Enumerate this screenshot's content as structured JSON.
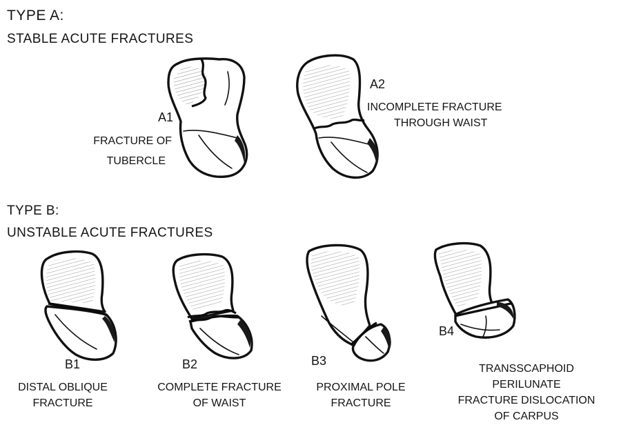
{
  "type_a": {
    "heading": "TYPE A:",
    "subheading": "STABLE ACUTE FRACTURES",
    "items": [
      {
        "code": "A1",
        "caption_lines": [
          "FRACTURE OF",
          "TUBERCLE"
        ]
      },
      {
        "code": "A2",
        "caption_lines": [
          "INCOMPLETE FRACTURE",
          "THROUGH WAIST"
        ]
      }
    ]
  },
  "type_b": {
    "heading": "TYPE B:",
    "subheading": "UNSTABLE ACUTE FRACTURES",
    "items": [
      {
        "code": "B1",
        "caption_lines": [
          "DISTAL OBLIQUE",
          "FRACTURE"
        ]
      },
      {
        "code": "B2",
        "caption_lines": [
          "COMPLETE FRACTURE",
          "OF WAIST"
        ]
      },
      {
        "code": "B3",
        "caption_lines": [
          "PROXIMAL POLE",
          "FRACTURE"
        ]
      },
      {
        "code": "B4",
        "caption_lines": [
          "TRANSSCAPHOID",
          "PERILUNATE",
          "FRACTURE DISLOCATION",
          "OF CARPUS"
        ]
      }
    ]
  }
}
